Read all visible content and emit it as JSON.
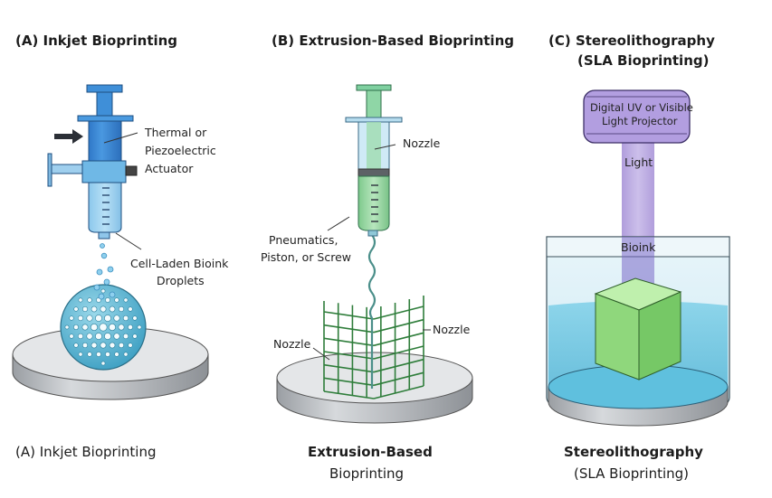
{
  "panels": [
    {
      "id": "A",
      "title": "(A)   Inkjet Bioprinting",
      "labels": {
        "actuator_line1": "Thermal or",
        "actuator_line2": "Piezoelectric",
        "actuator_line3": "Actuator",
        "droplets_line1": "Cell-Laden Bioink",
        "droplets_line2": "Droplets"
      },
      "caption": "(A) Inkjet Bioprinting",
      "colors": {
        "syringe": "#3a86d4",
        "bioink": "#9fd4ee",
        "sphere": "#5fb8d6"
      }
    },
    {
      "id": "B",
      "title": "(B)  Extrusion-Based Bioprinting",
      "labels": {
        "nozzle_top": "Nozzle",
        "driver_line1": "Pneumatics,",
        "driver_line2": "Piston, or Screw",
        "nozzle_right": "Nozzle",
        "nozzle_left": "Nozzle"
      },
      "caption_line1": "Extrusion-Based",
      "caption_line2": "Bioprinting",
      "colors": {
        "syringe": "#8fd19a",
        "scaffold": "#2e7d3a"
      }
    },
    {
      "id": "C",
      "title_line1": "(C)  Stereolithography",
      "title_line2": "(SLA Bioprinting)",
      "labels": {
        "projector_line1": "Digital UV or Visible",
        "projector_line2": "Light Projector",
        "light": "Light",
        "bioink": "Bioink"
      },
      "caption_line1": "Stereolithography",
      "caption_line2": "(SLA Bioprinting)",
      "colors": {
        "projector": "#a78fd6",
        "vat": "#6cc6e0",
        "cube": "#8fdc7e"
      }
    }
  ]
}
